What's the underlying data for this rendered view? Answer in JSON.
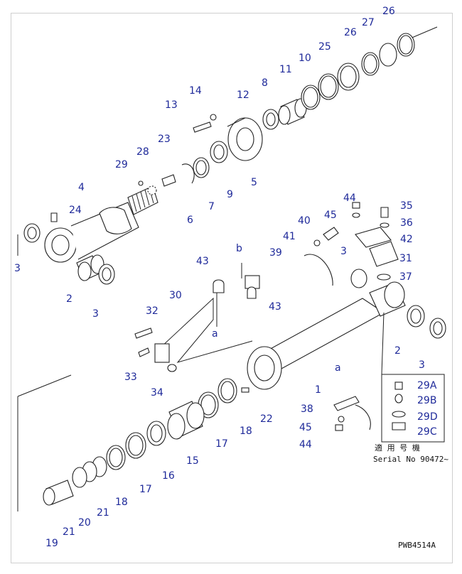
{
  "drawing_code": "PWB4514A",
  "serial_label_line1": "適 用 号 機",
  "serial_label_line2": "Serial No 90472~",
  "callouts": [
    {
      "id": "c26a",
      "text": "26"
    },
    {
      "id": "c27",
      "text": "27"
    },
    {
      "id": "c26b",
      "text": "26"
    },
    {
      "id": "c25",
      "text": "25"
    },
    {
      "id": "c10",
      "text": "10"
    },
    {
      "id": "c11",
      "text": "11"
    },
    {
      "id": "c8",
      "text": "8"
    },
    {
      "id": "c12",
      "text": "12"
    },
    {
      "id": "c14",
      "text": "14"
    },
    {
      "id": "c13",
      "text": "13"
    },
    {
      "id": "c23",
      "text": "23"
    },
    {
      "id": "c28",
      "text": "28"
    },
    {
      "id": "c29",
      "text": "29"
    },
    {
      "id": "c4",
      "text": "4"
    },
    {
      "id": "c24",
      "text": "24"
    },
    {
      "id": "c3a",
      "text": "3"
    },
    {
      "id": "c2a",
      "text": "2"
    },
    {
      "id": "c3b",
      "text": "3"
    },
    {
      "id": "c6",
      "text": "6"
    },
    {
      "id": "c7",
      "text": "7"
    },
    {
      "id": "c9",
      "text": "9"
    },
    {
      "id": "c5",
      "text": "5"
    },
    {
      "id": "c44a",
      "text": "44"
    },
    {
      "id": "c35",
      "text": "35"
    },
    {
      "id": "c45a",
      "text": "45"
    },
    {
      "id": "c36",
      "text": "36"
    },
    {
      "id": "c40",
      "text": "40"
    },
    {
      "id": "c42",
      "text": "42"
    },
    {
      "id": "c41",
      "text": "41"
    },
    {
      "id": "c39",
      "text": "39"
    },
    {
      "id": "c3c",
      "text": "3"
    },
    {
      "id": "c31",
      "text": "31"
    },
    {
      "id": "c37",
      "text": "37"
    },
    {
      "id": "c43a",
      "text": "43"
    },
    {
      "id": "cb",
      "text": "b"
    },
    {
      "id": "c43b",
      "text": "43"
    },
    {
      "id": "c30",
      "text": "30"
    },
    {
      "id": "c32",
      "text": "32"
    },
    {
      "id": "ca1",
      "text": "a"
    },
    {
      "id": "c2b",
      "text": "2"
    },
    {
      "id": "c3d",
      "text": "3"
    },
    {
      "id": "c33",
      "text": "33"
    },
    {
      "id": "c34",
      "text": "34"
    },
    {
      "id": "c1",
      "text": "1"
    },
    {
      "id": "ca2",
      "text": "a"
    },
    {
      "id": "c22",
      "text": "22"
    },
    {
      "id": "c18a",
      "text": "18"
    },
    {
      "id": "c17a",
      "text": "17"
    },
    {
      "id": "c15",
      "text": "15"
    },
    {
      "id": "c38",
      "text": "38"
    },
    {
      "id": "c45b",
      "text": "45"
    },
    {
      "id": "c44b",
      "text": "44"
    },
    {
      "id": "c29A",
      "text": "29A"
    },
    {
      "id": "c29B",
      "text": "29B"
    },
    {
      "id": "c29D",
      "text": "29D"
    },
    {
      "id": "c29C",
      "text": "29C"
    },
    {
      "id": "c16",
      "text": "16"
    },
    {
      "id": "c17b",
      "text": "17"
    },
    {
      "id": "c18b",
      "text": "18"
    },
    {
      "id": "c21a",
      "text": "21"
    },
    {
      "id": "c20",
      "text": "20"
    },
    {
      "id": "c21b",
      "text": "21"
    },
    {
      "id": "c19",
      "text": "19"
    }
  ]
}
